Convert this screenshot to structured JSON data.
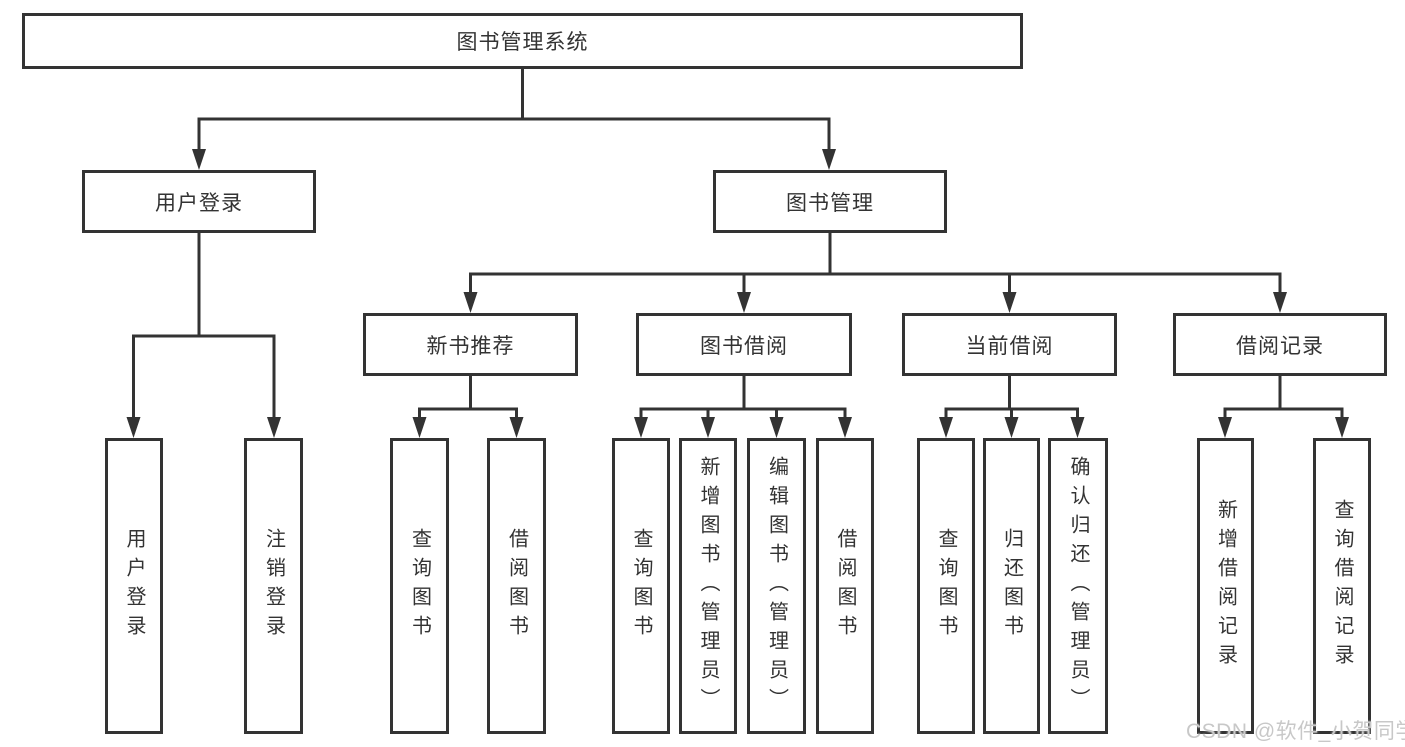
{
  "colors": {
    "line": "#333333",
    "text": "#333333",
    "background": "#ffffff",
    "watermark": "#c8c8c8"
  },
  "watermark": {
    "text": "CSDN @软件_小贺同学"
  },
  "tree": {
    "root": {
      "label": "图书管理系统"
    },
    "branches": [
      {
        "label": "用户登录",
        "children": [
          {
            "label": "用户登录"
          },
          {
            "label": "注销登录"
          }
        ]
      },
      {
        "label": "图书管理",
        "children": [
          {
            "label": "新书推荐",
            "children": [
              {
                "label": "查询图书"
              },
              {
                "label": "借阅图书"
              }
            ]
          },
          {
            "label": "图书借阅",
            "children": [
              {
                "label": "查询图书"
              },
              {
                "label": "新增图书（管理员）"
              },
              {
                "label": "编辑图书（管理员）"
              },
              {
                "label": "借阅图书"
              }
            ]
          },
          {
            "label": "当前借阅",
            "children": [
              {
                "label": "查询图书"
              },
              {
                "label": "归还图书"
              },
              {
                "label": "确认归还（管理员）"
              }
            ]
          },
          {
            "label": "借阅记录",
            "children": [
              {
                "label": "新增借阅记录"
              },
              {
                "label": "查询借阅记录"
              }
            ]
          }
        ]
      }
    ]
  }
}
